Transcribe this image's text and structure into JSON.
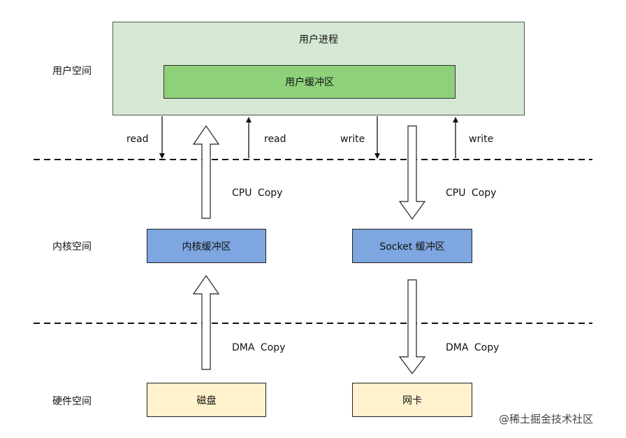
{
  "layers": {
    "user_space": "用户空间",
    "kernel_space": "内核空间",
    "hardware_space": "硬件空间"
  },
  "user_process": {
    "title": "用户进程",
    "buffer": "用户缓冲区"
  },
  "kernel": {
    "kernel_buffer": "内核缓冲区",
    "socket_buffer": "Socket 缓冲区"
  },
  "hardware": {
    "disk": "磁盘",
    "nic": "网卡"
  },
  "calls": {
    "read_down": "read",
    "read_up": "read",
    "write_down": "write",
    "write_up": "write"
  },
  "copies": {
    "cpu_copy_left": "CPU  Copy",
    "cpu_copy_right": "CPU  Copy",
    "dma_copy_left": "DMA  Copy",
    "dma_copy_right": "DMA  Copy"
  },
  "watermark": "@稀土掘金技术社区",
  "colors": {
    "process_fill": "#d5e8d4",
    "user_buffer_fill": "#8fd17b",
    "kernel_buffer_fill": "#7ea6e0",
    "hardware_fill": "#fff2cc"
  }
}
